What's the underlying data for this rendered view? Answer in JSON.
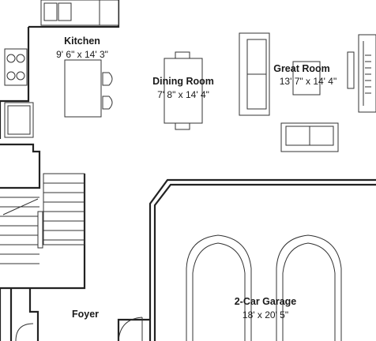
{
  "rooms": {
    "kitchen": {
      "name": "Kitchen",
      "size": "9' 6\" x 14' 3\""
    },
    "dining": {
      "name": "Dining Room",
      "size": "7' 8\" x 14' 4\""
    },
    "great": {
      "name": "Great Room",
      "size": "13' 7\" x 14' 4\""
    },
    "garage": {
      "name": "2-Car Garage",
      "size": "18' x 20' 5\""
    },
    "foyer": {
      "name": "Foyer"
    }
  },
  "colors": {
    "line": "#222222",
    "background": "#ffffff"
  }
}
